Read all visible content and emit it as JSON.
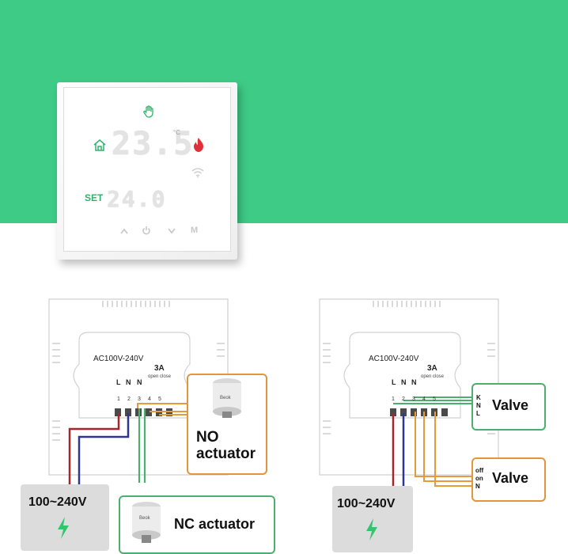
{
  "display": {
    "current_temp": "23.5",
    "unit": "°C",
    "set_label": "SET",
    "set_temp": "24.0",
    "mode_button": "M"
  },
  "left_diagram": {
    "supply_label": "AC100V-240V",
    "rating": "3A",
    "terminals": [
      "L",
      "N",
      "N",
      "",
      ""
    ],
    "terminal_numbers": [
      "1",
      "2",
      "3",
      "4",
      "5"
    ],
    "open_close": "open close",
    "actuator_brand": "Beok",
    "no_actuator_line1": "NO",
    "no_actuator_line2": "actuator",
    "nc_actuator": "NC actuator",
    "power_label": "100~240V"
  },
  "right_diagram": {
    "supply_label": "AC100V-240V",
    "rating": "3A",
    "terminals": [
      "L",
      "N",
      "N",
      "",
      ""
    ],
    "terminal_numbers": [
      "1",
      "2",
      "3",
      "4",
      "5"
    ],
    "open_close": "open close",
    "valve_top_pins": [
      "K",
      "N",
      "L"
    ],
    "valve_top": "Valve",
    "valve_bottom_pins": [
      "off",
      "on",
      "N"
    ],
    "valve_bottom": "Valve",
    "power_label": "100~240V"
  },
  "colors": {
    "banner": "#3dcb86",
    "wire_live": "#a3262a",
    "wire_neutral": "#2e3790",
    "wire_green": "#4caf6e",
    "wire_orange": "#e69a3c",
    "highlight_orange": "#e2953a",
    "highlight_green": "#4caf6e",
    "bolt": "#35c46e",
    "flame": "#e0303a",
    "touch_green": "#2fb36b"
  },
  "icons": [
    "hand-icon",
    "home-icon",
    "flame-icon",
    "wifi-icon",
    "up-arrow-icon",
    "power-icon",
    "down-arrow-icon",
    "bolt-icon"
  ]
}
